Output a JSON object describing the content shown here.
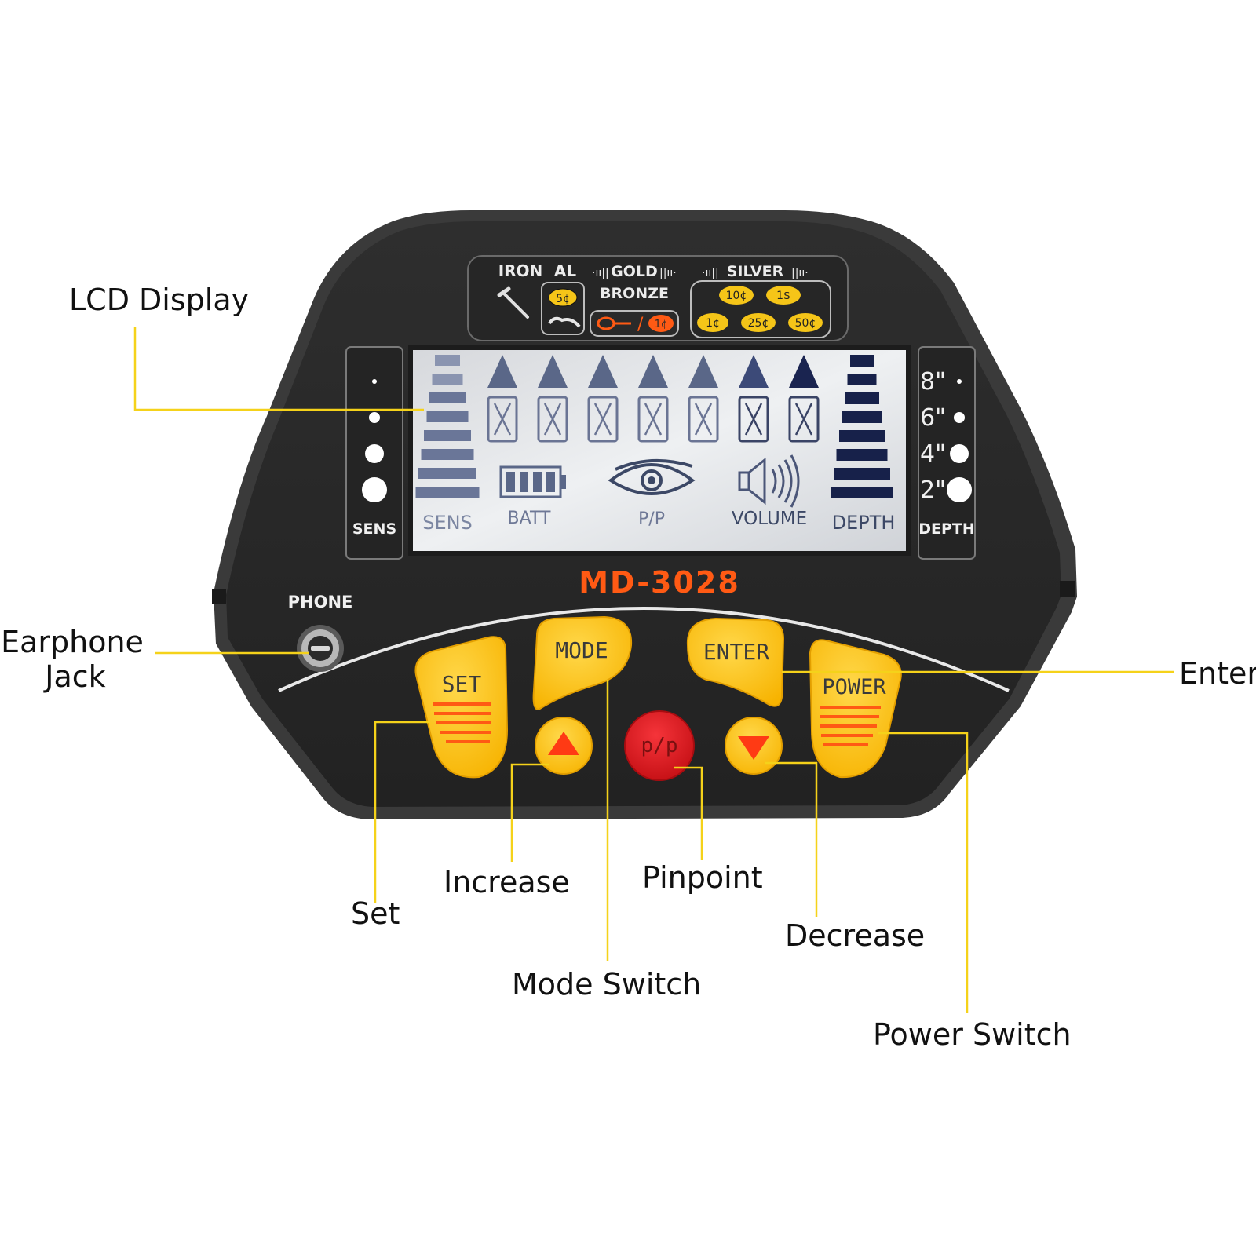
{
  "device": {
    "model": "MD-3028",
    "colors": {
      "body": "#282828",
      "rim": "#3a3a3a",
      "lcd": "#dfe1e4",
      "lcd_ink": "#4a5a82",
      "lcd_ink_dark": "#17214a",
      "button_yellow": "#ffc21a",
      "button_red": "#e0161b",
      "accent_orange": "#ff5a14",
      "callout_line": "#f5d21a"
    },
    "top_panel": {
      "iron": "IRON",
      "al": "AL",
      "gold": "GOLD",
      "silver": "SILVER",
      "bronze": "BRONZE",
      "coin_5": "5¢",
      "coin_1": "1¢",
      "coin_10": "10¢",
      "coin_1d": "1$",
      "coin_1b": "1¢",
      "coin_25": "25¢",
      "coin_50": "50¢"
    },
    "lcd": {
      "sens": "SENS",
      "batt": "BATT",
      "pp": "P/P",
      "volume": "VOLUME",
      "depth": "DEPTH",
      "sens_bars": 8,
      "depth_bars": 8,
      "batt_cells": 4,
      "target_slots": 7
    },
    "side_left": {
      "label": "SENS"
    },
    "side_right": {
      "label": "DEPTH",
      "depths": [
        "8\"",
        "6\"",
        "4\"",
        "2\""
      ]
    },
    "phone_label": "PHONE",
    "buttons": {
      "set": "SET",
      "mode": "MODE",
      "enter": "ENTER",
      "power": "POWER",
      "pinpoint": "p/p"
    }
  },
  "callouts": {
    "lcd_display": "LCD Display",
    "earphone_line1": "Earphone",
    "earphone_line2": "Jack",
    "enter": "Enter",
    "increase": "Increase",
    "pinpoint": "Pinpoint",
    "set": "Set",
    "decrease": "Decrease",
    "mode_switch": "Mode Switch",
    "power_switch": "Power Switch"
  }
}
